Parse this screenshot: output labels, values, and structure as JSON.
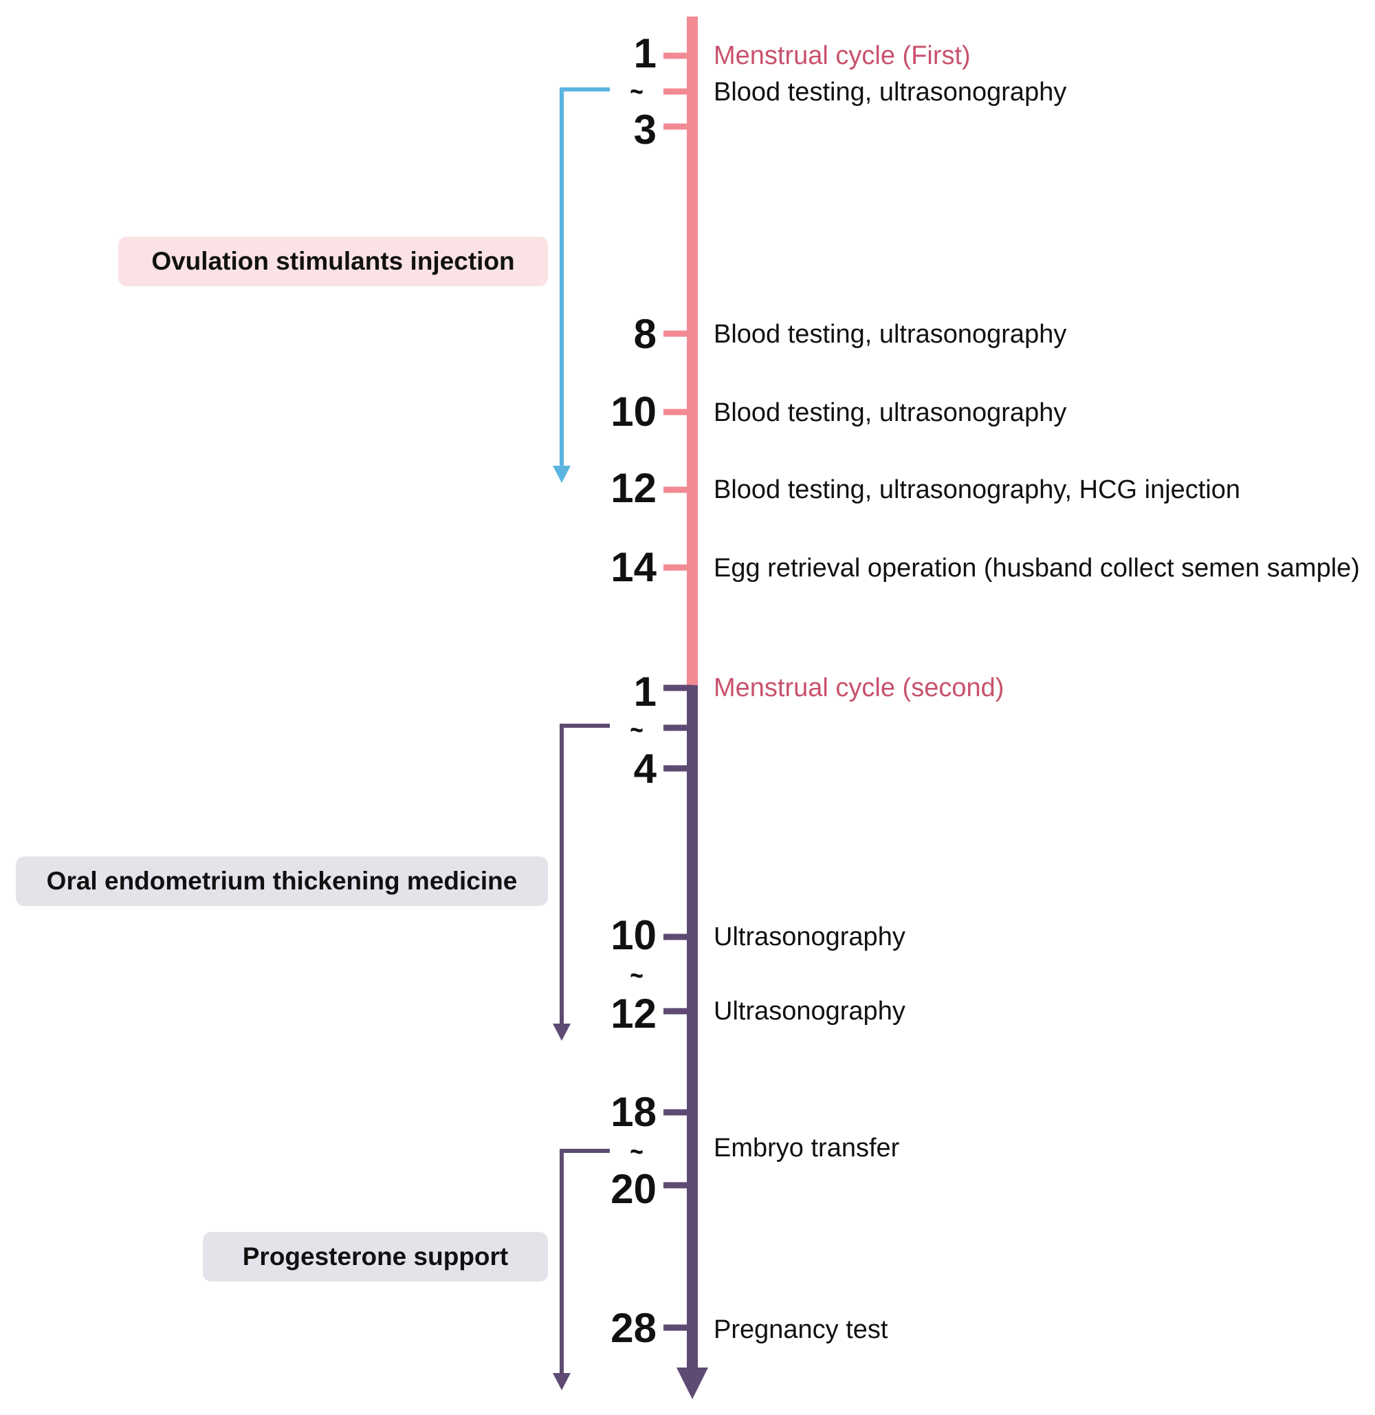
{
  "colors": {
    "first_cycle": "#f28a94",
    "second_cycle": "#5e4a73",
    "ovulation_bracket": "#5ab4e0",
    "first_cycle_label": "#c8526c",
    "ovulation_box_bg": "#fbe2e4",
    "second_box_bg": "#e6e2ea"
  },
  "timeline": {
    "cycles": [
      {
        "label": "Menstrual cycle (First)",
        "marks": [
          {
            "day": "1",
            "event": ""
          },
          {
            "day": "~",
            "event": "Blood testing, ultrasonography"
          },
          {
            "day": "3",
            "event": ""
          },
          {
            "day": "8",
            "event": "Blood testing, ultrasonography"
          },
          {
            "day": "10",
            "event": "Blood testing, ultrasonography"
          },
          {
            "day": "12",
            "event": "Blood testing, ultrasonography, HCG injection"
          },
          {
            "day": "14",
            "event": "Egg retrieval operation (husband collect semen sample)"
          }
        ]
      },
      {
        "label": "Menstrual cycle (second)",
        "marks": [
          {
            "day": "1",
            "event": ""
          },
          {
            "day": "~",
            "event": ""
          },
          {
            "day": "4",
            "event": ""
          },
          {
            "day": "10",
            "event": "Ultrasonography"
          },
          {
            "day": "~",
            "event": ""
          },
          {
            "day": "12",
            "event": "Ultrasonography"
          },
          {
            "day": "18",
            "event": ""
          },
          {
            "day": "~",
            "event": "Embryo transfer"
          },
          {
            "day": "20",
            "event": ""
          },
          {
            "day": "28",
            "event": "Pregnancy test"
          }
        ]
      }
    ],
    "phases": [
      {
        "label": "Ovulation stimulants injection"
      },
      {
        "label": "Oral endometrium thickening medicine"
      },
      {
        "label": "Progesterone support"
      }
    ]
  }
}
